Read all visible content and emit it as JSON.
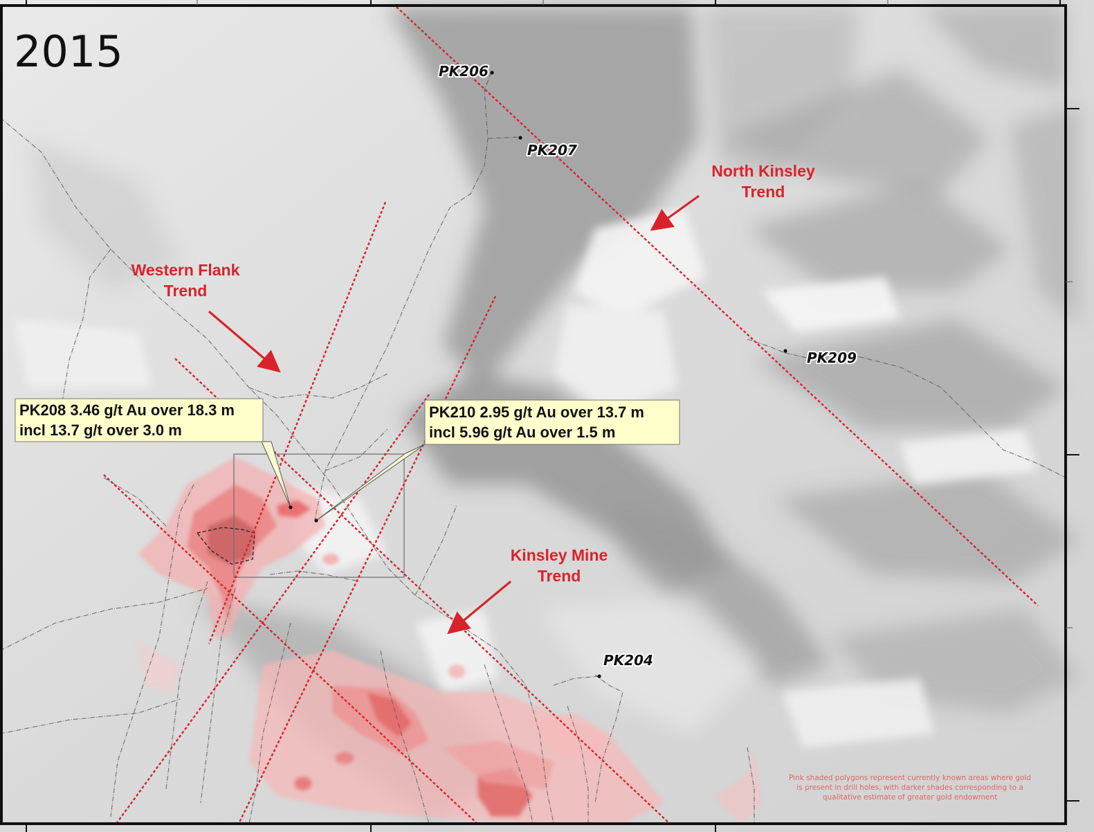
{
  "map": {
    "year_label": "2015",
    "colors": {
      "trend_line": "#d8232a",
      "gold_zone": "#e84a4a",
      "callout_fill": "#ffffcc",
      "road": "#5b5b5b"
    },
    "drill_holes": [
      {
        "id": "PK206",
        "label": "PK206"
      },
      {
        "id": "PK207",
        "label": "PK207"
      },
      {
        "id": "PK209",
        "label": "PK209"
      },
      {
        "id": "PK204",
        "label": "PK204"
      },
      {
        "id": "PK208",
        "label": ""
      },
      {
        "id": "PK210",
        "label": ""
      }
    ],
    "trends": [
      {
        "id": "north-kinsley",
        "line1": "North Kinsley",
        "line2": "Trend"
      },
      {
        "id": "western-flank",
        "line1": "Western Flank",
        "line2": "Trend"
      },
      {
        "id": "kinsley-mine",
        "line1": "Kinsley Mine",
        "line2": "Trend"
      }
    ],
    "callouts": [
      {
        "id": "pk208",
        "line1": "PK208 3.46 g/t Au over 18.3 m",
        "line2": "incl 13.7 g/t over 3.0 m"
      },
      {
        "id": "pk210",
        "line1": "PK210 2.95 g/t Au over 13.7 m",
        "line2": "incl 5.96 g/t Au over 1.5 m"
      }
    ],
    "note_lines": [
      "Pink shaded polygons represent currently known areas where gold",
      "is present in drill holes, with darker shades corresponding to a",
      "qualitative estimate of greater gold endowment"
    ]
  }
}
